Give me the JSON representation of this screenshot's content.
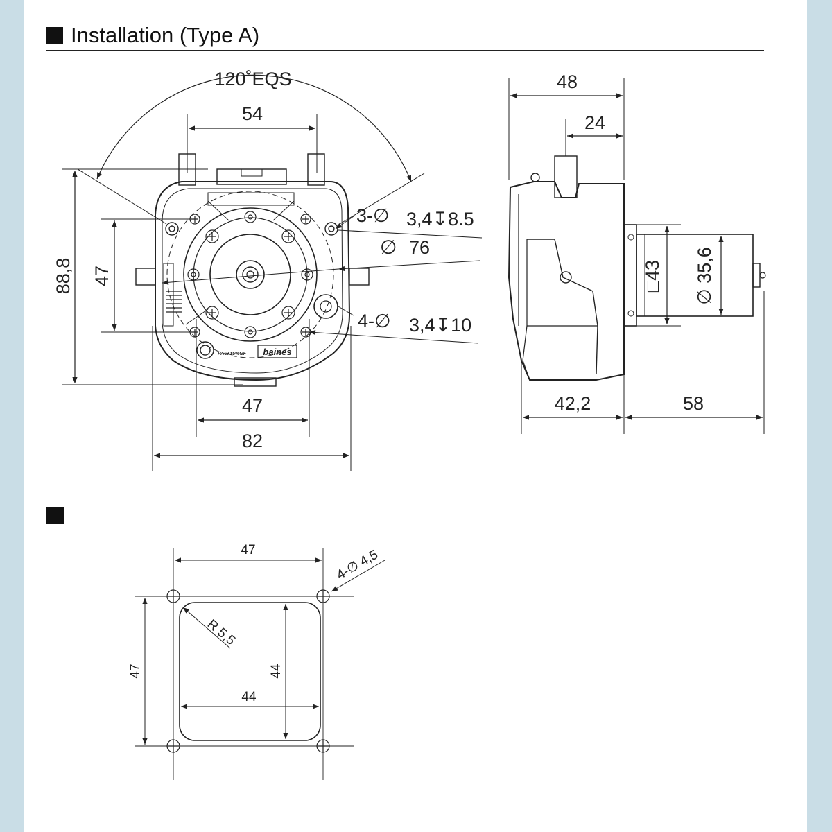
{
  "header": {
    "title": "Installation (Type A)"
  },
  "front_view": {
    "angle_label": "120˚EQS",
    "dim_54": "54",
    "dim_88_8": "88,8",
    "dim_47_vertical": "47",
    "dim_47_bottom": "47",
    "dim_82": "82",
    "hole_note_3": "3-∅ 3,4↧8.5",
    "hole_note_3_a": "3-∅",
    "hole_note_3_b": "3,4↧8.5",
    "dia_76_a": "∅",
    "dia_76_b": "76",
    "hole_note_4_a": "4-∅",
    "hole_note_4_b": "3,4↧10",
    "material_mark": "PA6+15%GF",
    "brand": "baines"
  },
  "side_view": {
    "dim_48": "48",
    "dim_24": "24",
    "dim_42_2": "42,2",
    "dim_58": "58",
    "square_43": "□43",
    "dia_35_6": "∅ 35,6"
  },
  "cutout": {
    "dim_47_top": "47",
    "dim_47_left": "47",
    "dim_44_horizontal": "44",
    "dim_44_vertical": "44",
    "radius": "R 5,5",
    "holes": "4-∅ 4,5"
  },
  "colors": {
    "line": "#222222",
    "background": "#c9dde6",
    "paper": "#ffffff"
  }
}
